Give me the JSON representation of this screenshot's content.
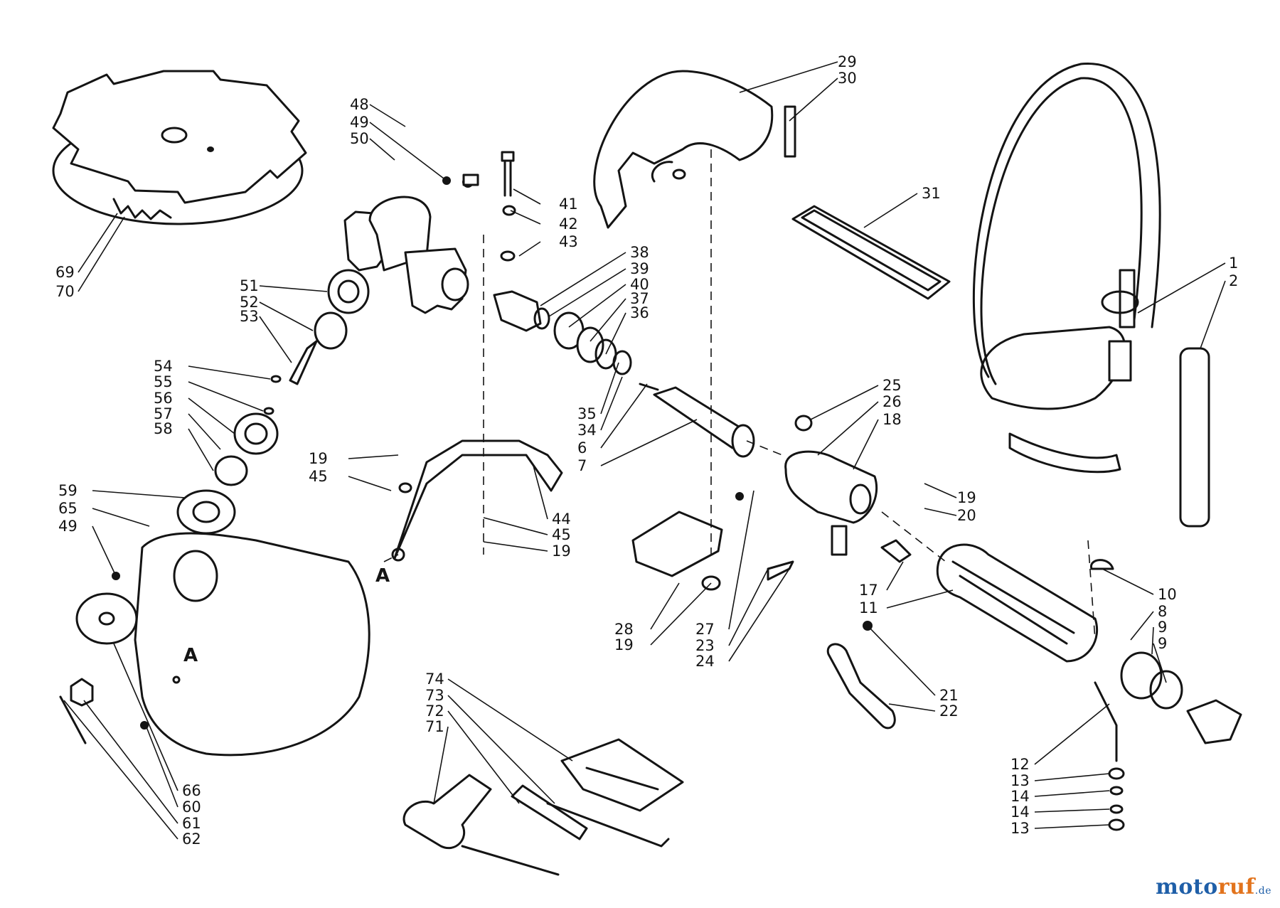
{
  "diagram": {
    "callouts": [
      "29",
      "30",
      "48",
      "49",
      "50",
      "41",
      "42",
      "43",
      "31",
      "1",
      "2",
      "38",
      "39",
      "40",
      "37",
      "36",
      "69",
      "70",
      "51",
      "52",
      "53",
      "54",
      "55",
      "56",
      "57",
      "58",
      "35",
      "34",
      "6",
      "7",
      "25",
      "26",
      "18",
      "19",
      "45",
      "19",
      "20",
      "59",
      "65",
      "49",
      "44",
      "45",
      "19",
      "10",
      "8",
      "9",
      "9",
      "17",
      "11",
      "28",
      "19",
      "27",
      "23",
      "24",
      "21",
      "22",
      "74",
      "73",
      "72",
      "71",
      "12",
      "13",
      "14",
      "14",
      "13",
      "66",
      "60",
      "61",
      "62"
    ],
    "section_marks": [
      "A",
      "A"
    ]
  },
  "watermark": {
    "part1": "moto",
    "part2": "ruf",
    "suffix": ".de"
  }
}
